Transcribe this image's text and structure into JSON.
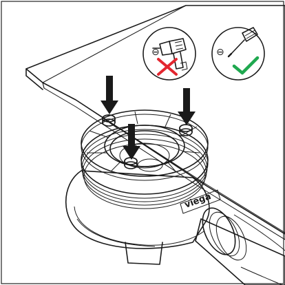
{
  "brand": {
    "text": "viega"
  },
  "badges": {
    "drill": {
      "status": "not-allowed",
      "symbol": "⊖",
      "mark_color": "#e3262f"
    },
    "screwdriver": {
      "status": "allowed",
      "symbol": "⊖",
      "mark_color": "#1fa84f"
    }
  },
  "arrows": {
    "count": 3,
    "color": "#1a1a1a"
  },
  "colors": {
    "line": "#1a1a1a",
    "frame_gray": "#b9bec2",
    "drain_body": "#ffffff",
    "background": "#ffffff"
  }
}
